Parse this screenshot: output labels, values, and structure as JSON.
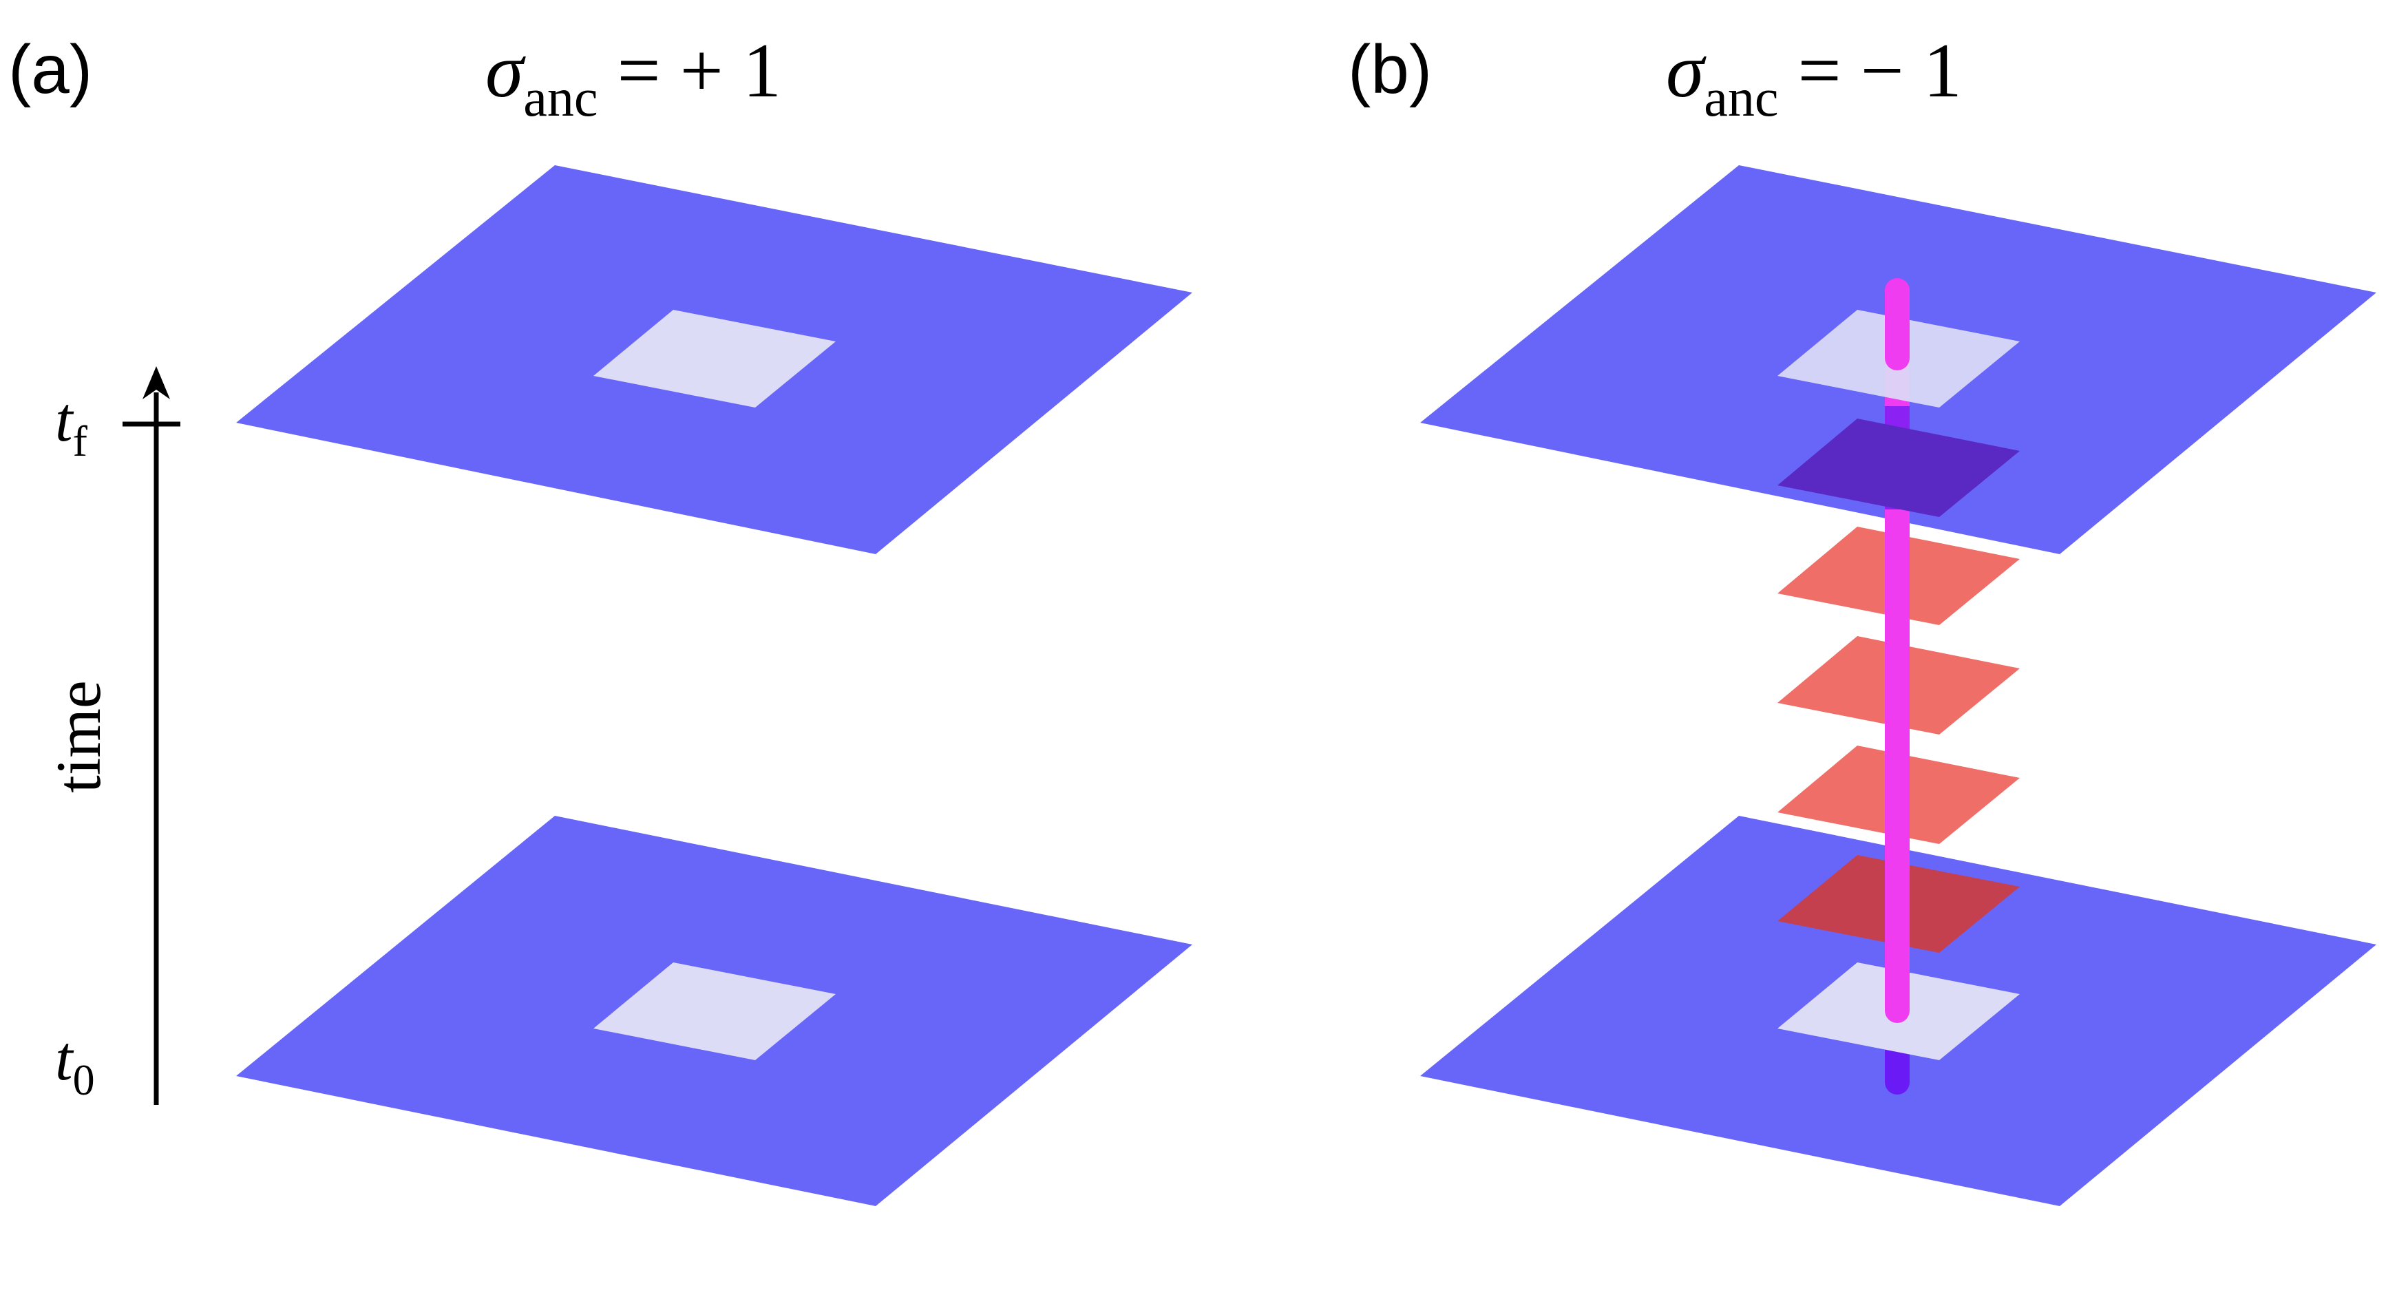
{
  "panels": {
    "a": {
      "label": "(a)",
      "title_symbol": "σ",
      "title_subscript": "anc",
      "title_value": "= + 1"
    },
    "b": {
      "label": "(b)",
      "title_symbol": "σ",
      "title_subscript": "anc",
      "title_value": "= − 1"
    }
  },
  "time_axis": {
    "label": "time",
    "tf_symbol": "t",
    "tf_subscript": "f",
    "t0_symbol": "t",
    "t0_subscript": "0"
  },
  "colors": {
    "sheet": "#6866f9",
    "plaquette": "#dcdcf7",
    "plaquette_dark": "#5a28c2",
    "plaquette_red": "#ef6e68",
    "plaquette_dark_red": "#c4404f",
    "worldline_magenta": "#f03cf0",
    "worldline_violet": "#6a1af5",
    "axis": "#000000"
  }
}
